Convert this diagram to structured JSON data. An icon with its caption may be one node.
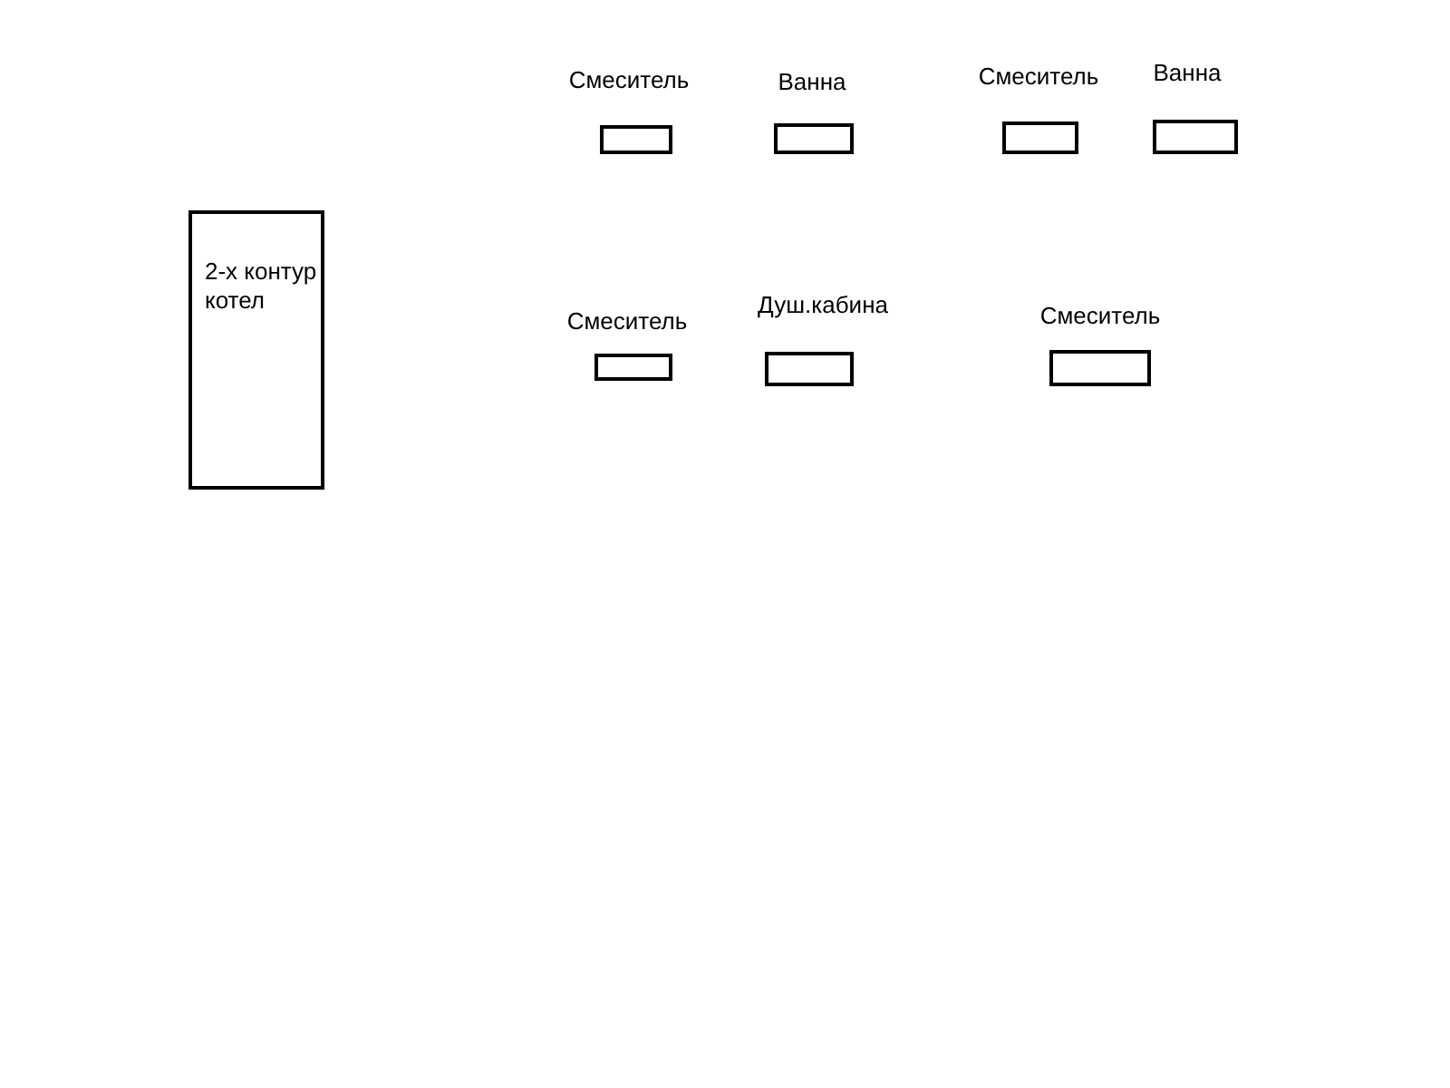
{
  "diagram": {
    "nodes": [
      {
        "text": [
          "2-х контур котел"
        ]
      },
      {
        "text": [
          "Смеситель"
        ]
      },
      {
        "text": [
          "Ванна"
        ]
      },
      {
        "text": [
          "Смеситель"
        ]
      },
      {
        "text": [
          "Ванна"
        ]
      },
      {
        "text": [
          "Смеситель"
        ]
      },
      {
        "text": [
          "Душ.кабина"
        ]
      },
      {
        "text": [
          "Смеситель"
        ]
      }
    ]
  }
}
